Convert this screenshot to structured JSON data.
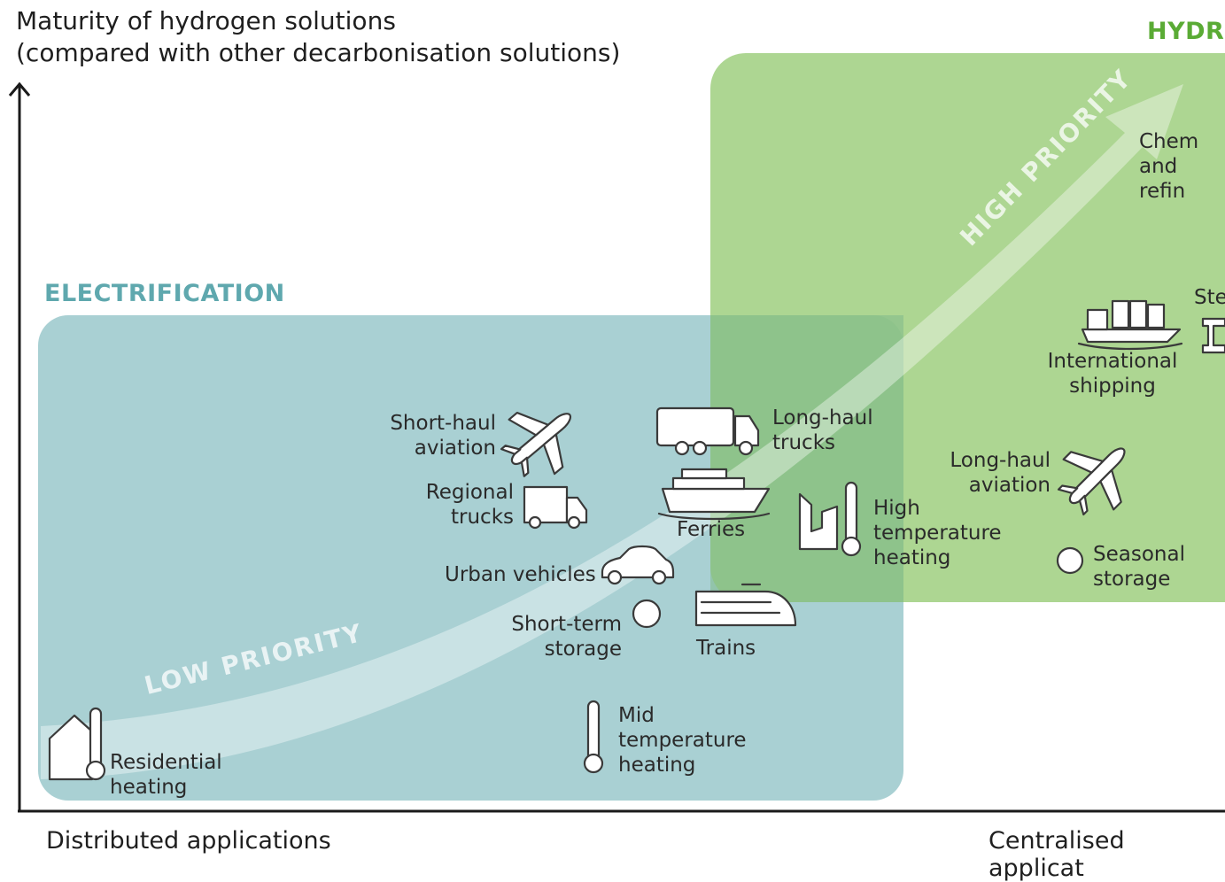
{
  "axes": {
    "y_title": "Maturity of hydrogen solutions\n(compared with other decarbonisation solutions)",
    "x_left": "Distributed applications",
    "x_right": "Centralised applicat"
  },
  "regions": {
    "electrification": {
      "label": "ELECTRIFICATION",
      "color": "#a9d0d3",
      "label_color": "#5fa8ae"
    },
    "hydrogen": {
      "label": "HYDRO",
      "color": "#9fcf7f",
      "label_color": "#5aab35"
    }
  },
  "priority": {
    "low": "LOW PRIORITY",
    "high": "HIGH PRIORITY"
  },
  "items": {
    "short_haul_aviation": "Short-haul\naviation",
    "regional_trucks": "Regional\ntrucks",
    "urban_vehicles": "Urban vehicles",
    "short_term_storage": "Short-term\nstorage",
    "trains": "Trains",
    "ferries": "Ferries",
    "long_haul_trucks": "Long-haul\ntrucks",
    "high_temperature_heating": "High\ntemperature\nheating",
    "mid_temperature_heating": "Mid\ntemperature\nheating",
    "residential_heating": "Residential\nheating",
    "international_shipping": "International\nshipping",
    "long_haul_aviation": "Long-haul\naviation",
    "seasonal_storage": "Seasonal\nstorage",
    "chemicals_refining": "Chem\nand refin",
    "steel": "Ste"
  }
}
